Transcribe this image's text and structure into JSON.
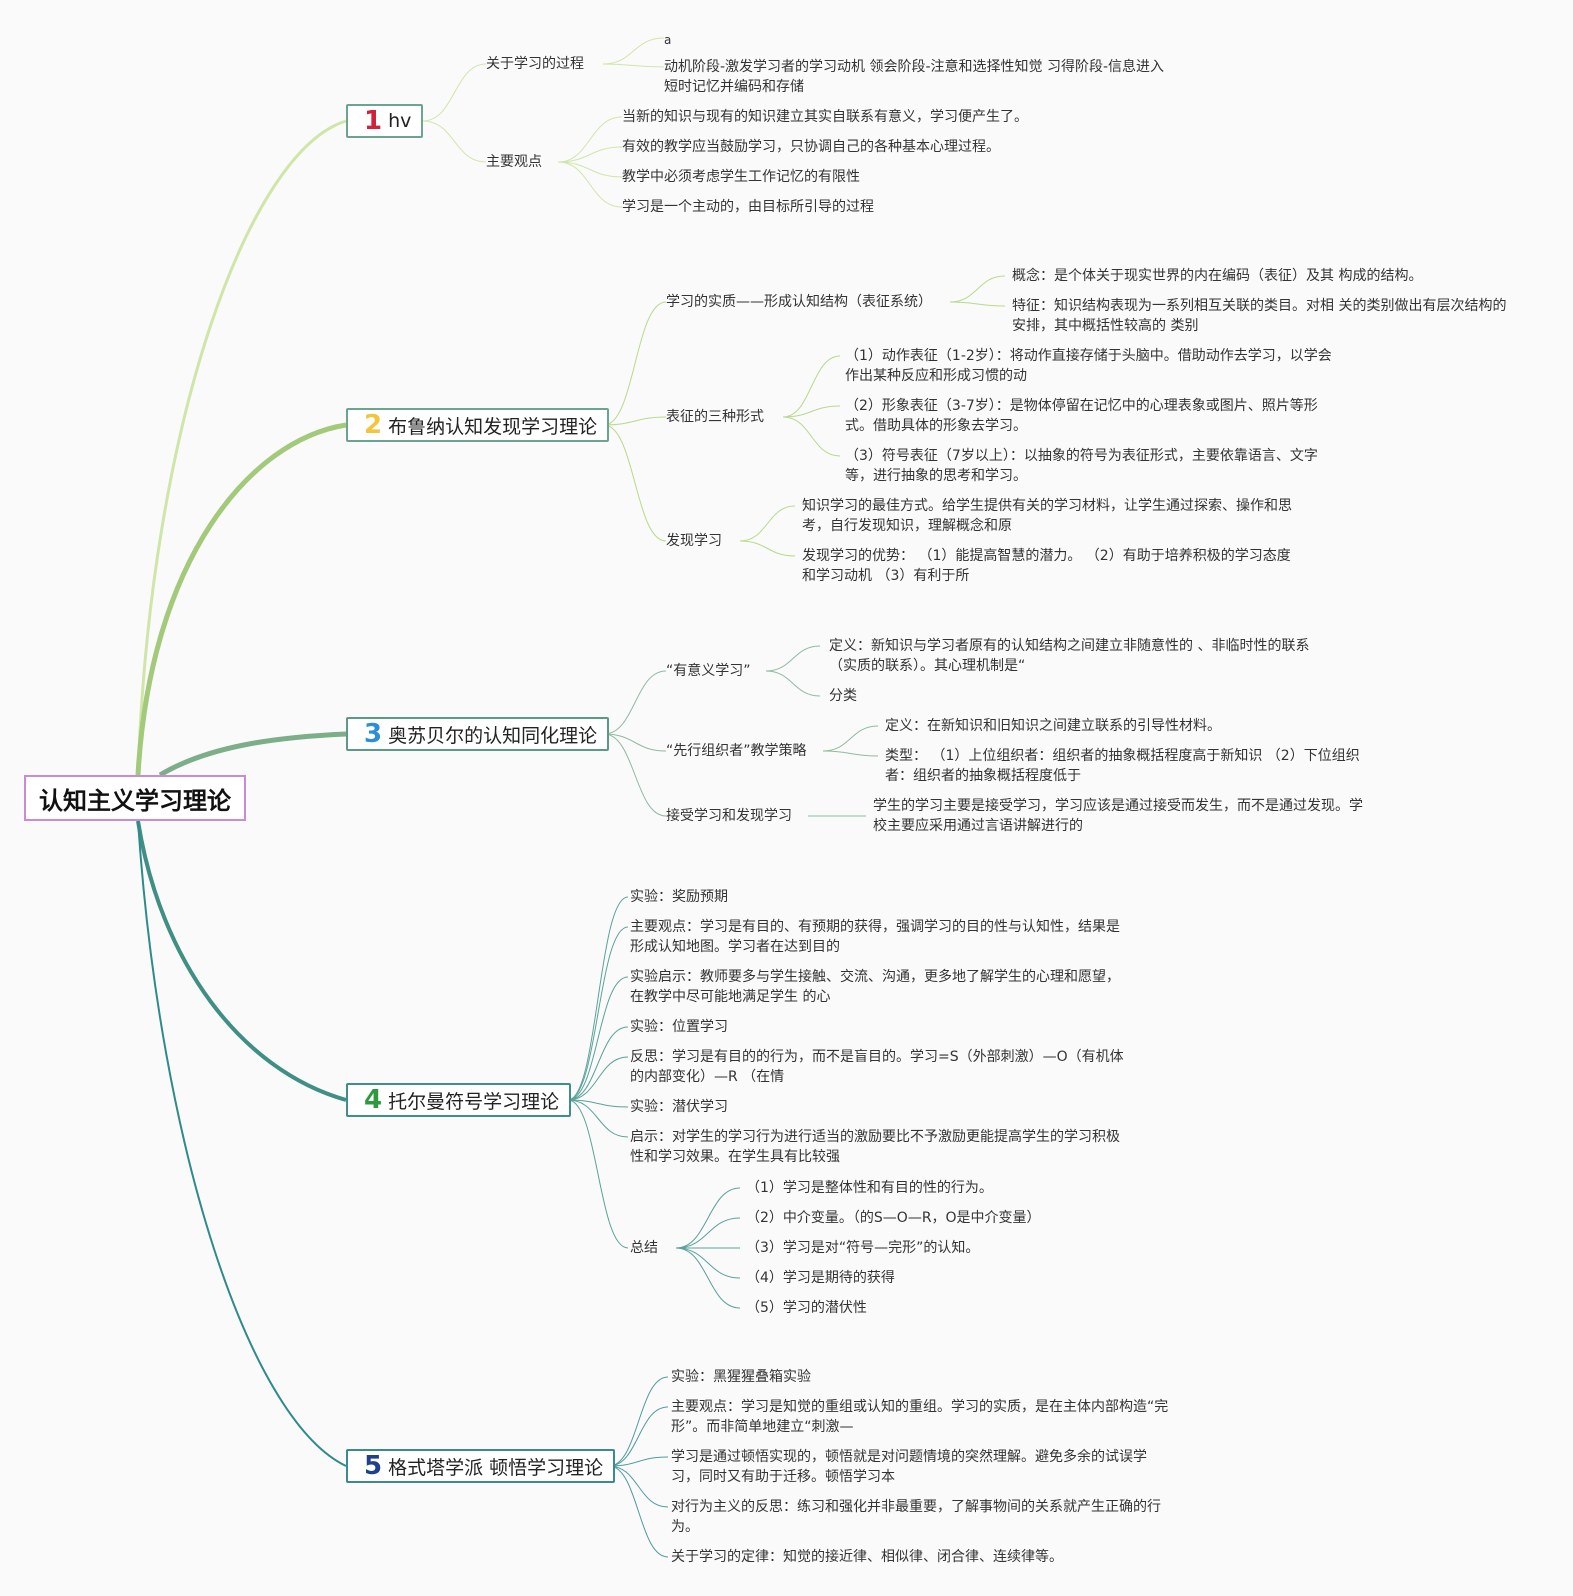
{
  "root": "认知主义学习理论",
  "colors": {
    "root_border": "#c98ad6",
    "branch1": "#cfe6a8",
    "branch2": "#a3c97a",
    "branch3": "#7cae8a",
    "branch4": "#3f8f85",
    "branch5": "#2f8a8c",
    "num1": "#d0213b",
    "num2": "#f2c53d",
    "num3": "#2a8fd6",
    "num4": "#2e9a3e",
    "num5": "#1f3f8f"
  },
  "topics": [
    {
      "num": "1",
      "label": "hv",
      "children": [
        {
          "label": "关于学习的过程",
          "children": [
            {
              "label": "a"
            },
            {
              "label": "动机阶段-激发学习者的学习动机 领会阶段-注意和选择性知觉 习得阶段-信息进入短时记忆并编码和存储"
            }
          ]
        },
        {
          "label": "主要观点",
          "children": [
            {
              "label": "当新的知识与现有的知识建立其实自联系有意义，学习便产生了。"
            },
            {
              "label": "有效的教学应当鼓励学习，只协调自己的各种基本心理过程。"
            },
            {
              "label": "教学中必须考虑学生工作记忆的有限性"
            },
            {
              "label": "学习是一个主动的，由目标所引导的过程"
            }
          ]
        }
      ]
    },
    {
      "num": "2",
      "label": "布鲁纳认知发现学习理论",
      "children": [
        {
          "label": "学习的实质——形成认知结构（表征系统）",
          "children": [
            {
              "label": "概念：是个体关于现实世界的内在编码（表征）及其 构成的结构。"
            },
            {
              "label": "特征：知识结构表现为一系列相互关联的类目。对相 关的类别做出有层次结构的安排，其中概括性较高的 类别"
            }
          ]
        },
        {
          "label": "表征的三种形式",
          "children": [
            {
              "label": "（1）动作表征（1-2岁）：将动作直接存储于头脑中。借助动作去学习，以学会作出某种反应和形成习惯的动"
            },
            {
              "label": "（2）形象表征（3-7岁）：是物体停留在记忆中的心理表象或图片、照片等形式。借助具体的形象去学习。"
            },
            {
              "label": "（3）符号表征（7岁以上）：以抽象的符号为表征形式，主要依靠语言、文字等，进行抽象的思考和学习。"
            }
          ]
        },
        {
          "label": "发现学习",
          "children": [
            {
              "label": "知识学习的最佳方式。给学生提供有关的学习材料，让学生通过探索、操作和思考，自行发现知识，理解概念和原"
            },
            {
              "label": "发现学习的优势：  （1）能提高智慧的潜力。  （2）有助于培养积极的学习态度和学习动机  （3）有利于所"
            }
          ]
        }
      ]
    },
    {
      "num": "3",
      "label": "奥苏贝尔的认知同化理论",
      "children": [
        {
          "label": "“有意义学习”",
          "children": [
            {
              "label": "定义：新知识与学习者原有的认知结构之间建立非随意性的 、非临时性的联系（实质的联系）。其心理机制是“"
            },
            {
              "label": "分类"
            }
          ]
        },
        {
          "label": "“先行组织者”教学策略",
          "children": [
            {
              "label": "定义：在新知识和旧知识之间建立联系的引导性材料。"
            },
            {
              "label": "类型：  （1）上位组织者：组织者的抽象概括程度高于新知识  （2）下位组织者：组织者的抽象概括程度低于"
            }
          ]
        },
        {
          "label": "接受学习和发现学习",
          "children": [
            {
              "label": "学生的学习主要是接受学习，学习应该是通过接受而发生，而不是通过发现。学校主要应采用通过言语讲解进行的"
            }
          ]
        }
      ]
    },
    {
      "num": "4",
      "label": "托尔曼符号学习理论",
      "children": [
        {
          "label": "实验：奖励预期"
        },
        {
          "label": "主要观点：学习是有目的、有预期的获得，强调学习的目的性与认知性，结果是形成认知地图。学习者在达到目的"
        },
        {
          "label": "实验启示：教师要多与学生接触、交流、沟通，更多地了解学生的心理和愿望，在教学中尽可能地满足学生 的心"
        },
        {
          "label": "实验：位置学习"
        },
        {
          "label": "反思：学习是有目的的行为，而不是盲目的。学习=S（外部刺激）—O（有机体的内部变化）—R （在情"
        },
        {
          "label": "实验：潜伏学习"
        },
        {
          "label": "启示：对学生的学习行为进行适当的激励要比不予激励更能提高学生的学习积极性和学习效果。在学生具有比较强"
        },
        {
          "label": "总结",
          "children": [
            {
              "label": "（1）学习是整体性和有目的性的行为。"
            },
            {
              "label": "（2）中介变量。（的S—O—R，O是中介变量）"
            },
            {
              "label": "（3）学习是对“符号—完形”的认知。"
            },
            {
              "label": "（4）学习是期待的获得"
            },
            {
              "label": "（5）学习的潜伏性"
            }
          ]
        }
      ]
    },
    {
      "num": "5",
      "label": "格式塔学派 顿悟学习理论",
      "children": [
        {
          "label": "实验：黑猩猩叠箱实验"
        },
        {
          "label": "主要观点：学习是知觉的重组或认知的重组。学习的实质，是在主体内部构造“完形”。而非简单地建立“刺激—"
        },
        {
          "label": "学习是通过顿悟实现的，顿悟就是对问题情境的突然理解。避免多余的试误学习，同时又有助于迁移。顿悟学习本"
        },
        {
          "label": "对行为主义的反思：练习和强化并非最重要，了解事物间的关系就产生正确的行为。"
        },
        {
          "label": "关于学习的定律：知觉的接近律、相似律、闭合律、连续律等。"
        }
      ]
    }
  ]
}
